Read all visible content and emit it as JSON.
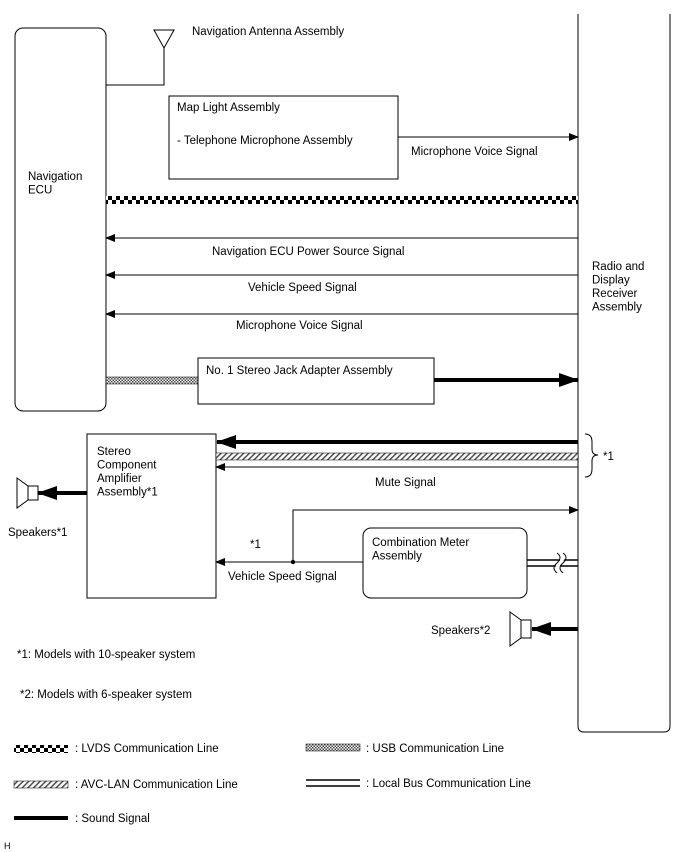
{
  "components": {
    "navigation_ecu": "Navigation\nECU",
    "navigation_antenna": "Navigation Antenna Assembly",
    "map_light_title": "Map Light Assembly",
    "map_light_sub": "- Telephone Microphone Assembly",
    "radio_display": "Radio and\nDisplay\nReceiver\nAssembly",
    "stereo_jack": "No. 1 Stereo Jack Adapter Assembly",
    "amplifier": "Stereo\nComponent\nAmplifier\nAssembly*1",
    "combination_meter": "Combination Meter\nAssembly",
    "speakers_1": "Speakers*1",
    "speakers_2": "Speakers*2"
  },
  "signals": {
    "mic_voice_top": "Microphone Voice Signal",
    "nav_power": "Navigation ECU Power Source Signal",
    "vehicle_speed": "Vehicle Speed Signal",
    "mic_voice": "Microphone Voice Signal",
    "mute": "Mute Signal",
    "vehicle_speed_amp": "Vehicle Speed Signal",
    "star1_bracket": "*1",
    "star1_amp": "*1"
  },
  "notes": {
    "note1": "*1: Models with 10-speaker system",
    "note2": "*2: Models with 6-speaker system"
  },
  "legend": {
    "lvds": ": LVDS Communication Line",
    "usb": ": USB Communication Line",
    "avc": ": AVC-LAN Communication Line",
    "local_bus": ": Local Bus Communication Line",
    "sound": ": Sound Signal"
  },
  "footer_code": "H"
}
